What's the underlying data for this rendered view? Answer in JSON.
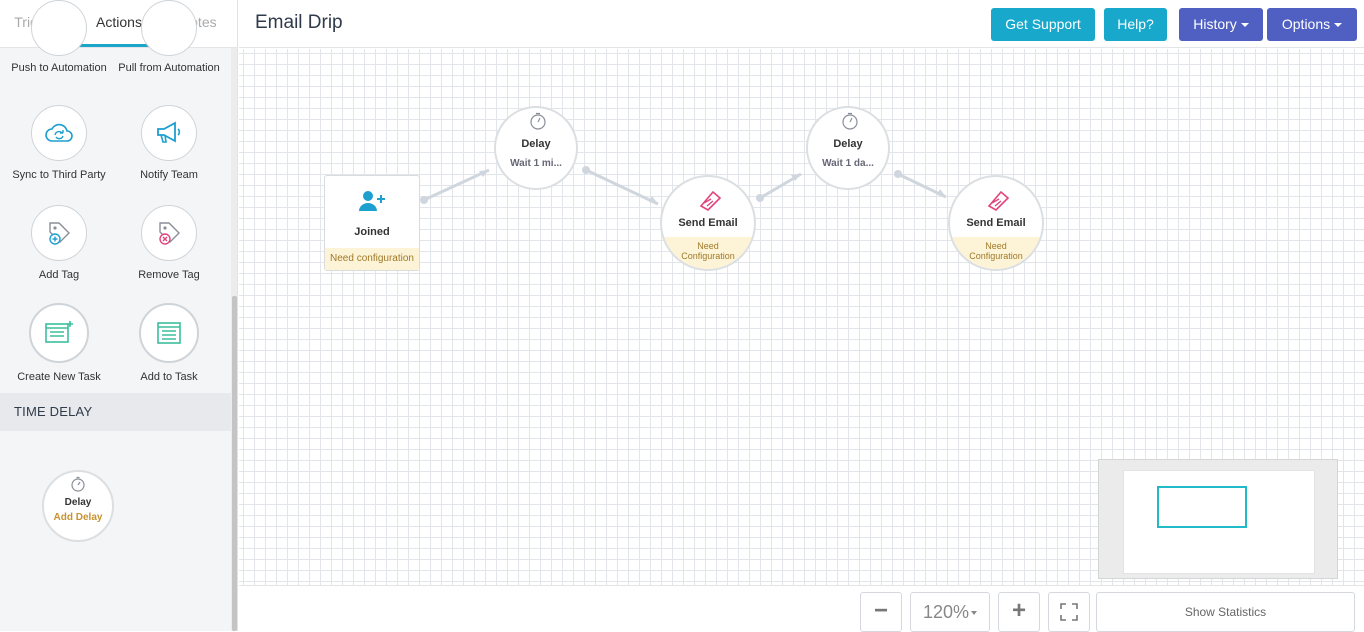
{
  "sidebar": {
    "tabs": [
      {
        "label": "Triggers",
        "active": false
      },
      {
        "label": "Actions",
        "active": true
      },
      {
        "label": "Notes",
        "active": false
      }
    ],
    "actions": [
      {
        "label": "Push to Automation",
        "icon": "push-icon"
      },
      {
        "label": "Pull from Automation",
        "icon": "pull-icon"
      },
      {
        "label": "Sync to Third Party",
        "icon": "cloud-sync-icon"
      },
      {
        "label": "Notify Team",
        "icon": "megaphone-icon"
      },
      {
        "label": "Add Tag",
        "icon": "tag-add-icon"
      },
      {
        "label": "Remove Tag",
        "icon": "tag-remove-icon"
      },
      {
        "label": "Create New Task",
        "icon": "task-add-icon"
      },
      {
        "label": "Add to Task",
        "icon": "task-icon"
      }
    ],
    "section_time_delay": "TIME DELAY",
    "delay_tile": {
      "title": "Delay",
      "action": "Add Delay",
      "icon": "stopwatch-icon"
    }
  },
  "header": {
    "title": "Email Drip",
    "buttons": {
      "get_support": "Get Support",
      "help": "Help?",
      "history": "History",
      "options": "Options"
    }
  },
  "canvas": {
    "nodes": {
      "joined": {
        "label": "Joined",
        "config": "Need configuration",
        "icon": "user-plus-icon"
      },
      "delay1": {
        "title": "Delay",
        "sub": "Wait  1 mi...",
        "icon": "stopwatch-icon"
      },
      "email1": {
        "title": "Send Email",
        "config_line1": "Need",
        "config_line2": "Configuration",
        "icon": "envelope-icon"
      },
      "delay2": {
        "title": "Delay",
        "sub": "Wait  1 da...",
        "icon": "stopwatch-icon"
      },
      "email2": {
        "title": "Send Email",
        "config_line1": "Need",
        "config_line2": "Configuration",
        "icon": "envelope-icon"
      }
    }
  },
  "footer": {
    "zoom_out": "−",
    "zoom_level": "120%",
    "zoom_in": "+",
    "show_statistics": "Show Statistics"
  },
  "colors": {
    "teal": "#17a8cc",
    "indigo": "#5060c2",
    "accent_icon": "#1d9fd0",
    "email_icon": "#e0457b",
    "config_bg": "#fdf3d6",
    "config_text": "#a07a2a"
  }
}
